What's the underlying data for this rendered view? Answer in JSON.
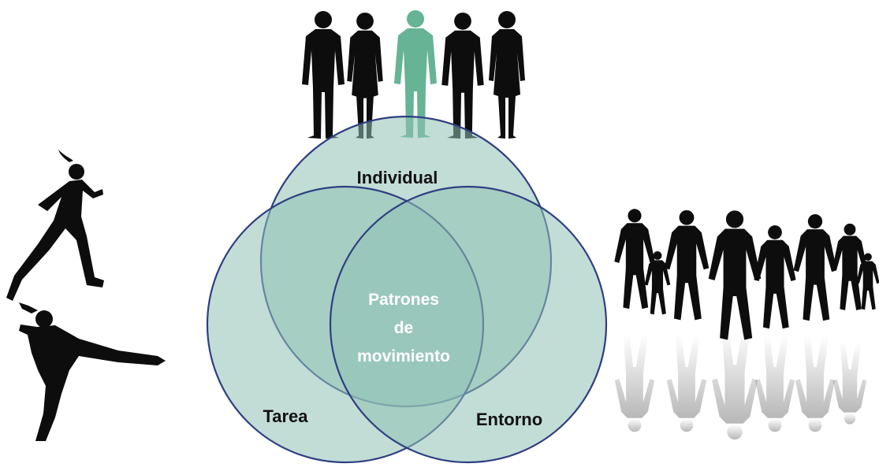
{
  "diagram": {
    "circles": {
      "individual": "Individual",
      "task": "Tarea",
      "environment": "Entorno"
    },
    "center_lines": [
      "Patrones",
      "de",
      "movimiento"
    ]
  },
  "colors": {
    "circle_fill": "#8fc1b5",
    "circle_stroke": "#2f3f82",
    "highlight_figure": "#66b395",
    "silhouette": "#0d0d0d",
    "center_text": "#ffffff",
    "label_text": "#111111"
  },
  "figures": {
    "top_group": "group-of-people-silhouettes",
    "left_athletes": [
      "runner-silhouette",
      "thrower-silhouette"
    ],
    "right_crowd": "walking-crowd-silhouettes"
  }
}
